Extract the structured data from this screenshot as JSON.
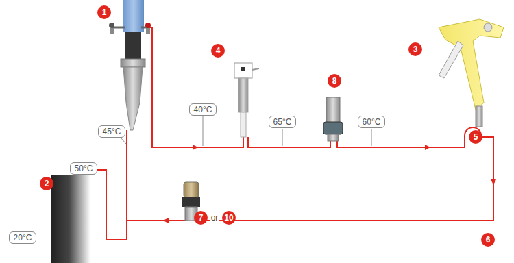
{
  "diagram": {
    "nodes": [
      {
        "text": [
          "45°C"
        ]
      },
      {
        "text": [
          "40°C"
        ]
      },
      {
        "text": [
          "65°C"
        ]
      },
      {
        "text": [
          "60°C"
        ]
      },
      {
        "text": [
          "50°C"
        ]
      },
      {
        "text": [
          "20°C"
        ]
      }
    ],
    "labels": [
      "1",
      "4",
      "8",
      "3",
      "2",
      "5",
      "7",
      "or",
      "10",
      "6"
    ]
  }
}
